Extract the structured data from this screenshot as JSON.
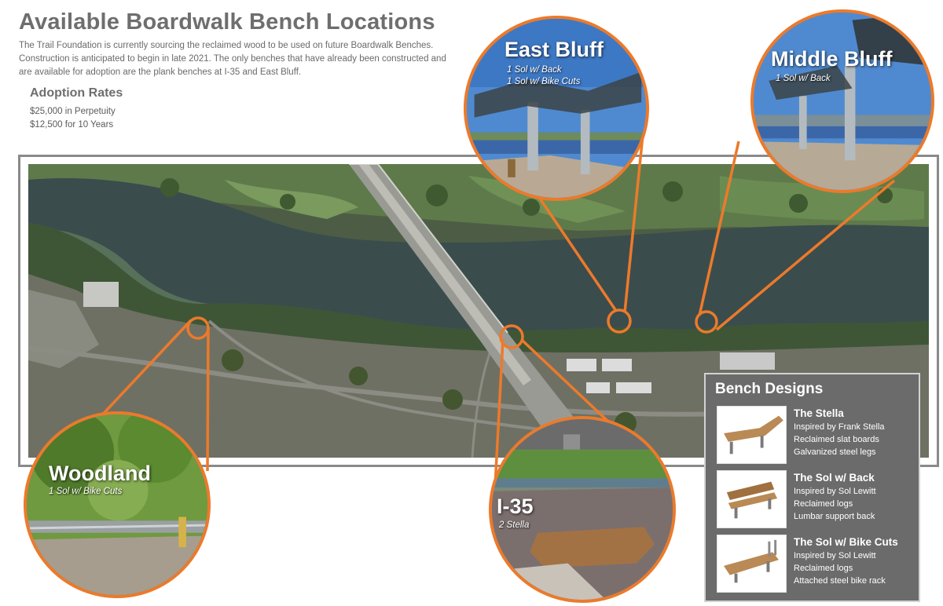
{
  "header": {
    "title": "Available Boardwalk Bench Locations",
    "intro": "The Trail Foundation is currently sourcing the reclaimed wood to be used on future Boardwalk Benches. Construction is anticipated to begin in late 2021. The only benches that have already been constructed and are available for adoption are the plank benches at I-35 and East Bluff."
  },
  "adoption": {
    "title": "Adoption Rates",
    "rates": [
      "$25,000 in Perpetuity",
      "$12,500 for 10 Years"
    ]
  },
  "locations": {
    "east_bluff": {
      "name": "East Bluff",
      "details": [
        "1 Sol w/ Back",
        "1 Sol w/ Bike Cuts"
      ]
    },
    "middle_bluff": {
      "name": "Middle Bluff",
      "details": [
        "1 Sol w/ Back"
      ]
    },
    "woodland": {
      "name": "Woodland",
      "details": [
        "1 Sol w/ Bike Cuts"
      ]
    },
    "i35": {
      "name": "I-35",
      "details": [
        "2 Stella"
      ]
    }
  },
  "bench_designs": {
    "title": "Bench Designs",
    "items": [
      {
        "name": "The Stella",
        "lines": [
          "Inspired by Frank Stella",
          "Reclaimed slat boards",
          "Galvanized steel legs"
        ]
      },
      {
        "name": "The Sol w/ Back",
        "lines": [
          "Inspired by Sol Lewitt",
          "Reclaimed logs",
          "Lumbar support back"
        ]
      },
      {
        "name": "The Sol w/ Bike Cuts",
        "lines": [
          "Inspired by Sol Lewitt",
          "Reclaimed logs",
          "Attached steel bike rack"
        ]
      }
    ]
  },
  "colors": {
    "accent": "#ec7a2a",
    "water": "#3b4c4d",
    "panel": "#6b6b6b",
    "title": "#6e6e6e"
  }
}
